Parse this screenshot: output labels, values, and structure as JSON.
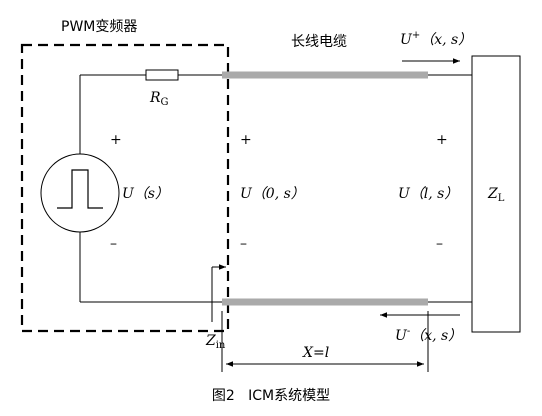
{
  "diagram": {
    "pwm_box_label": "PWM变频器",
    "cable_label": "长线电缆",
    "resistor": {
      "main": "R",
      "sub": "G"
    },
    "source_label": "U（s）",
    "plus": "+",
    "minus": "–",
    "left_voltage": "U（0, s）",
    "right_voltage": "U（l, s）",
    "load": {
      "main": "Z",
      "sub": "L"
    },
    "input_impedance": {
      "main": "Z",
      "sub": "in"
    },
    "forward_wave": {
      "main": "U",
      "sup": "+",
      "rest": "（x, s）"
    },
    "reflected_wave": {
      "main": "U",
      "sup": "-",
      "rest": "（x, s）"
    },
    "length_label": "X=l",
    "caption": "图2   ICM系统模型"
  },
  "colors": {
    "line": "#000000",
    "cable": "#aaaaaa"
  }
}
